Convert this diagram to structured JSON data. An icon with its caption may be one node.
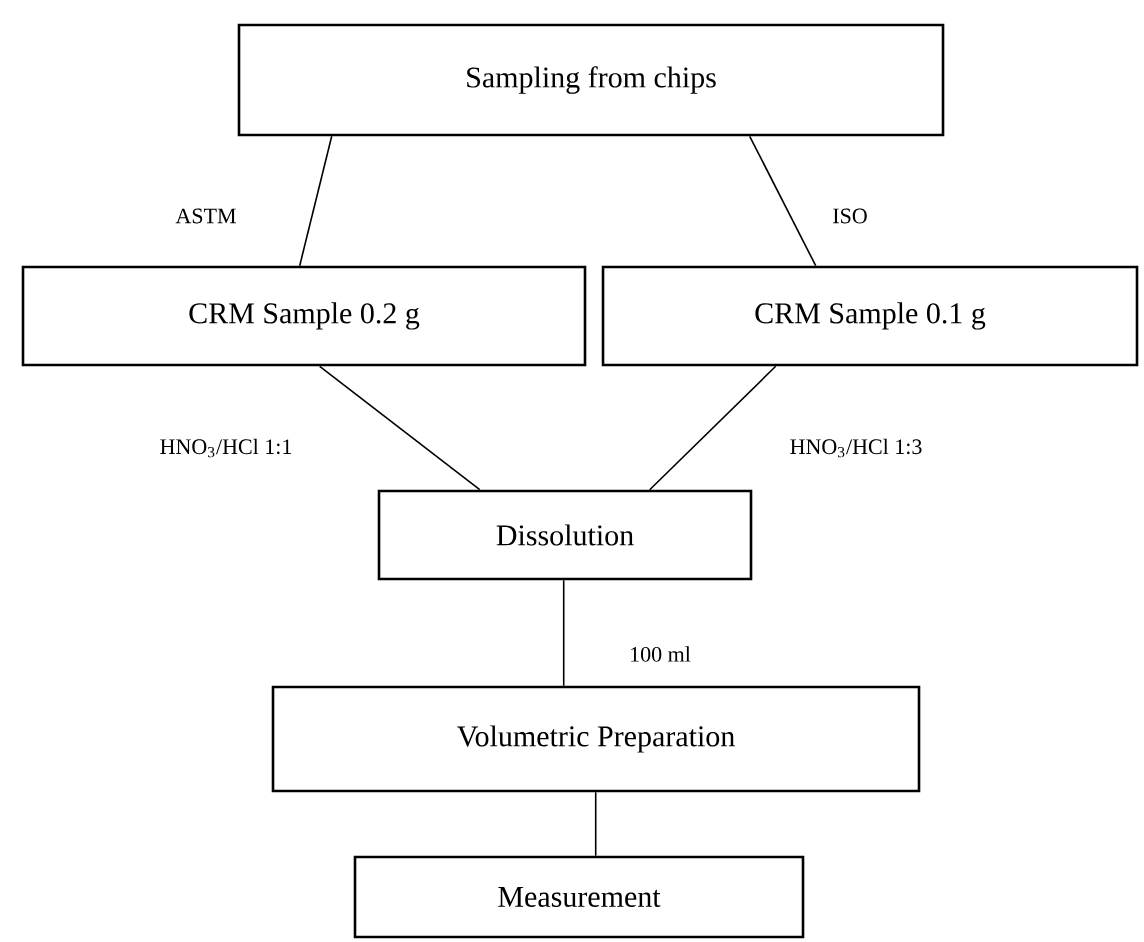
{
  "diagram": {
    "nodes": [
      {
        "text": [
          "Sampling from chips"
        ]
      },
      {
        "text": [
          "CRM Sample 0.2 g"
        ]
      },
      {
        "text": [
          "CRM Sample 0.1 g"
        ]
      },
      {
        "text": [
          "Dissolution"
        ]
      },
      {
        "text": [
          "Volumetric Preparation"
        ]
      },
      {
        "text": [
          "Measurement"
        ]
      }
    ],
    "edges": [
      {
        "from": 0,
        "to": 1,
        "arrow": "none",
        "label": "ASTM"
      },
      {
        "from": 0,
        "to": 2,
        "arrow": "none",
        "label": "ISO"
      },
      {
        "from": 1,
        "to": 3,
        "arrow": "none",
        "label": "HNO$_{3}$/HCl 1:1"
      },
      {
        "from": 2,
        "to": 3,
        "arrow": "none",
        "label": "HNO$_{3}$/HCl 1:3"
      },
      {
        "from": 3,
        "to": 4,
        "arrow": "none",
        "label": "100 ml"
      },
      {
        "from": 4,
        "to": 5,
        "arrow": "none"
      }
    ]
  }
}
